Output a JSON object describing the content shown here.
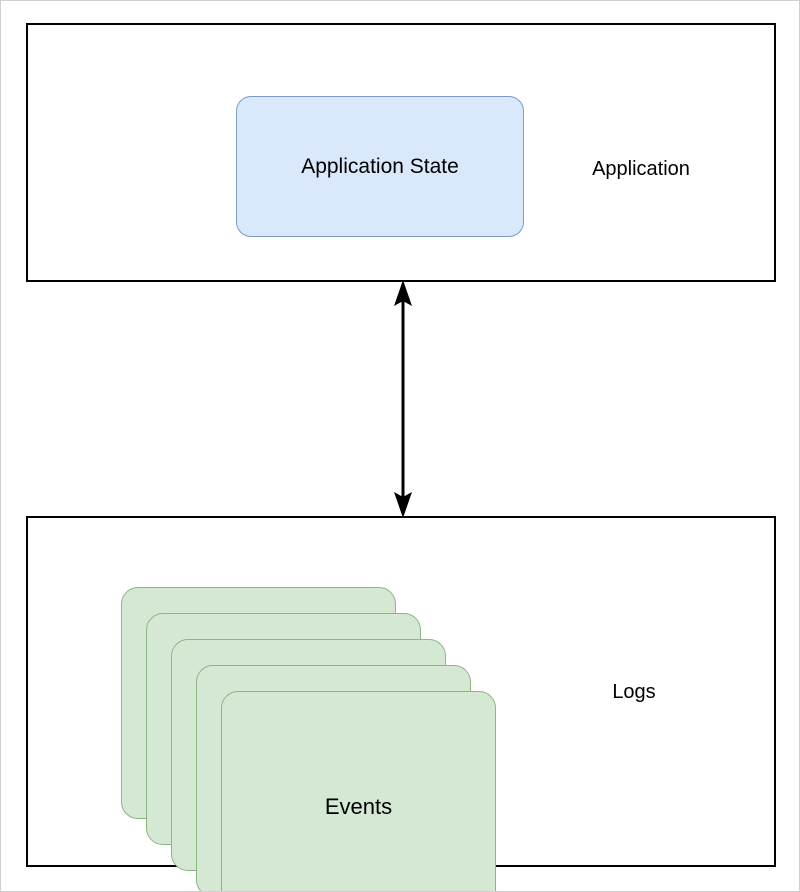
{
  "diagram": {
    "title": "Application and Logs event-sourcing diagram",
    "background_color": "#ffffff",
    "border_color": "#cfcfcf"
  },
  "containers": [
    {
      "key": "application",
      "label": "Application",
      "border_color": "#000000",
      "fill_color": "#ffffff"
    },
    {
      "key": "logs",
      "label": "Logs",
      "border_color": "#000000",
      "fill_color": "#ffffff"
    }
  ],
  "nodes": {
    "application_state": {
      "label": "Application State",
      "fill_color": "#dae8fc",
      "stroke_color": "#7b9bc4",
      "shape": "rounded-rectangle"
    },
    "events": {
      "label": "Events",
      "fill_color": "#d5e8d4",
      "stroke_color": "#8bb583",
      "shape": "stacked-rounded-rectangle",
      "stack_count": 5,
      "cards": [
        {
          "index": 0
        },
        {
          "index": 1
        },
        {
          "index": 2
        },
        {
          "index": 3
        },
        {
          "index": 4
        }
      ]
    }
  },
  "connector": {
    "name": "application-to-logs",
    "style": "double-headed-vertical-arrow",
    "color": "#000000",
    "from": "Application",
    "to": "Logs"
  }
}
